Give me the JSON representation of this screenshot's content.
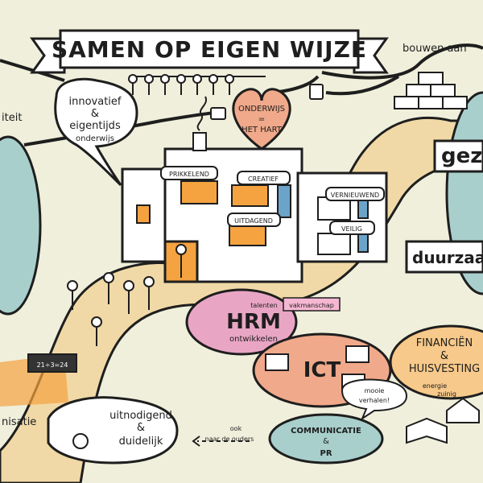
{
  "banner": {
    "title": "SAMEN OP EIGEN WIJZE"
  },
  "road_labels": {
    "top_right": "bouwen aan",
    "top_left": "iteit"
  },
  "heart": {
    "line1": "ONDERWIJS",
    "line2": "=",
    "line3": "HET HART"
  },
  "bubble_left": {
    "line1": "innovatief",
    "line2": "&",
    "line3": "eigentijds",
    "line4": "onderwijs"
  },
  "school": {
    "rooms": [
      "PRIKKELEND",
      "CREATIEF",
      "VERNIEUWEND",
      "UITDAGEND",
      "VEILIG"
    ]
  },
  "hrm": {
    "top_left": "talenten",
    "top_right": "vakmanschap",
    "title": "HRM",
    "sub": "ontwikkelen"
  },
  "ict": {
    "title": "ICT"
  },
  "finance": {
    "line1": "FINANCIËN",
    "line2": "&",
    "line3": "HUISVESTING",
    "note1": "energie",
    "note2": "zuinig"
  },
  "communication": {
    "speech": "mooie",
    "speech2": "verhalen!",
    "line1": "COMMUNICATIE",
    "line2": "&",
    "line3": "PR"
  },
  "inviting": {
    "line1": "uitnodigend",
    "line2": "&",
    "line3": "duidelijk"
  },
  "arrow_note": {
    "line1": "ook",
    "line2": "naar de ouders"
  },
  "left_edge": {
    "org": "nisatie",
    "board": "21÷3=24"
  },
  "right_signs": {
    "healthy": "gezo",
    "sustainable": "duurzaam"
  },
  "colors": {
    "background": "#efefdc",
    "path": "#f0d9a6",
    "teal": "#a8cfcc",
    "pink": "#e9a6c4",
    "salmon": "#f0a98a",
    "orange": "#f4a340",
    "ink": "#1e1e1e"
  }
}
